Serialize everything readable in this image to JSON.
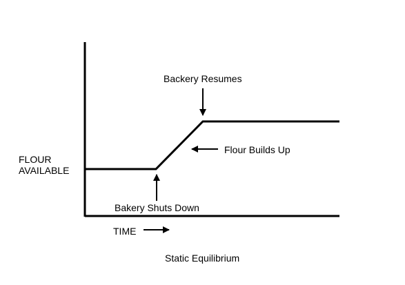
{
  "diagram": {
    "y_axis_label_lines": [
      "FLOUR",
      "AVAILABLE"
    ],
    "x_axis_label": "TIME",
    "annotations": {
      "resumes": "Backery Resumes",
      "builds_up": "Flour Builds Up",
      "shuts_down": "Bakery Shuts Down"
    },
    "caption": "Static Equilibrium"
  }
}
